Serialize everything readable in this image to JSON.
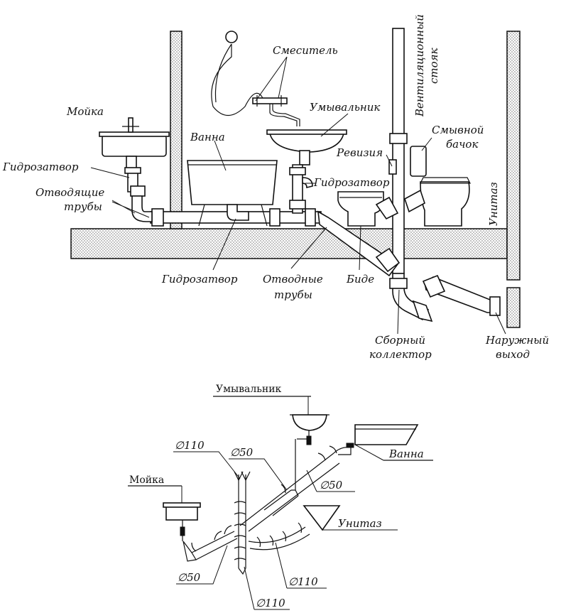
{
  "top_diagram": {
    "labels": {
      "sink": "Мойка",
      "trap_left": "Гидрозатвор",
      "drain_pipes_line1": "Отводящие",
      "drain_pipes_line2": "трубы",
      "mixer": "Смеситель",
      "bath": "Ванна",
      "washbasin": "Умывальник",
      "vent_line1": "Вентиляционный",
      "vent_line2": "стояк",
      "flush_line1": "Смывной",
      "flush_line2": "бачок",
      "revision": "Ревизия",
      "trap_right": "Гидрозатвор",
      "toilet": "Унитаз",
      "trap_bottom": "Гидрозатвор",
      "outlet_pipes_line1": "Отводные",
      "outlet_pipes_line2": "трубы",
      "bidet": "Биде",
      "collector_line1": "Сборный",
      "collector_line2": "коллектор",
      "exit_line1": "Наружный",
      "exit_line2": "выход"
    }
  },
  "bottom_diagram": {
    "labels": {
      "washbasin": "Умывальник",
      "bath": "Ванна",
      "sink": "Мойка",
      "toilet": "Унитаз",
      "d110_top": "∅110",
      "d50_top": "∅50",
      "d50_right": "∅50",
      "d50_left": "∅50",
      "d110_mid": "∅110",
      "d110_bottom": "∅110"
    }
  }
}
